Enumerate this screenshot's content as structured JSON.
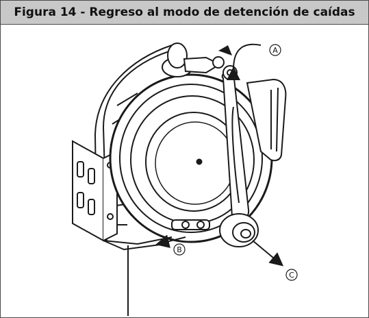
{
  "figure": {
    "title": "Figura 14 - Regreso al modo de detención de caídas"
  },
  "callouts": {
    "a": "A",
    "b": "B",
    "c": "C"
  },
  "colors": {
    "title_bar": "#c8c8c8",
    "border": "#4a4a4a",
    "line_art": "#1a1a1a"
  }
}
